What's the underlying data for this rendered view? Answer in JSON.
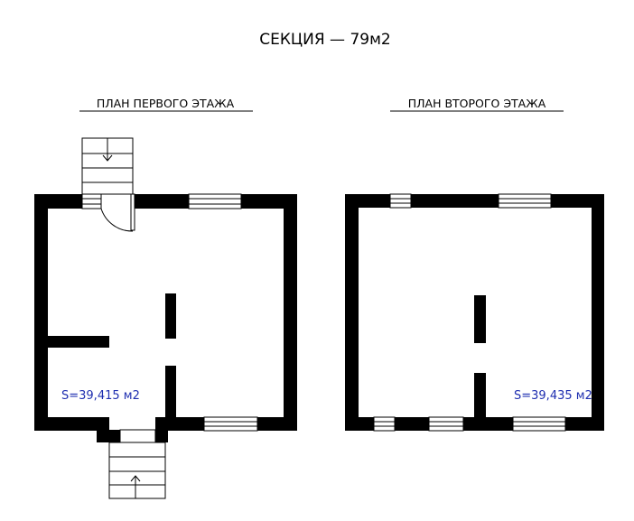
{
  "title": "СЕКЦИЯ  —  79м2",
  "plans": [
    {
      "heading": "ПЛАН  ПЕРВОГО  ЭТАЖА",
      "area": "S=39,415  м2"
    },
    {
      "heading": "ПЛАН  ВТОРОГО  ЭТАЖА",
      "area": "S=39,435  м2"
    }
  ],
  "colors": {
    "wall": "#000000",
    "text": "#000000",
    "area_text": "#1f2fb0"
  }
}
